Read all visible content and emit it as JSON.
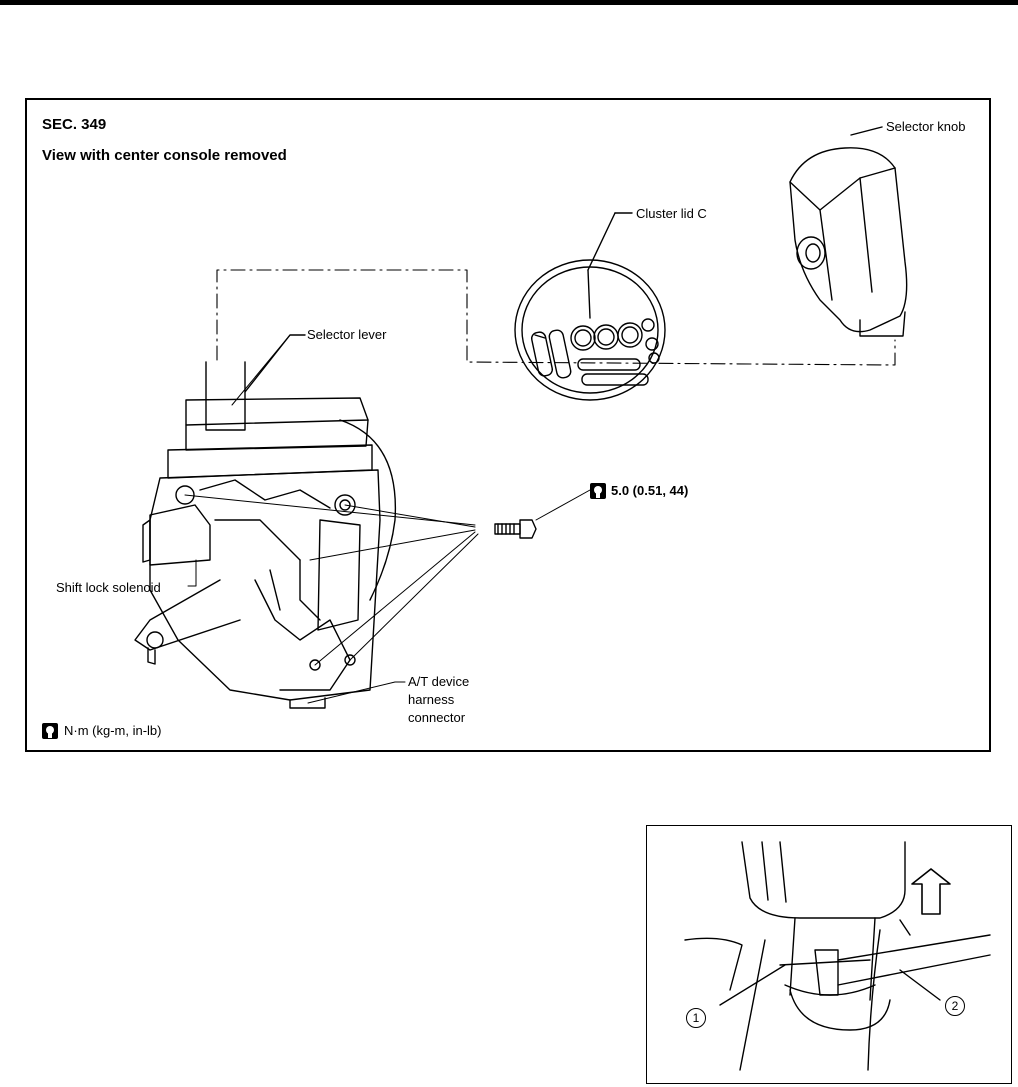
{
  "main_figure": {
    "section": "SEC. 349",
    "view_title": "View with center console removed",
    "labels": {
      "selector_knob": "Selector knob",
      "cluster_lid": "Cluster lid C",
      "selector_lever": "Selector lever",
      "torque_value": "5.0 (0.51, 44)",
      "shift_lock_solenoid": "Shift lock solenoid",
      "harness_line1": "A/T device",
      "harness_line2": "harness",
      "harness_line3": "connector",
      "torque_legend": "N·m (kg-m, in-lb)"
    }
  },
  "inset_figure": {
    "callouts": [
      "1",
      "2"
    ]
  }
}
